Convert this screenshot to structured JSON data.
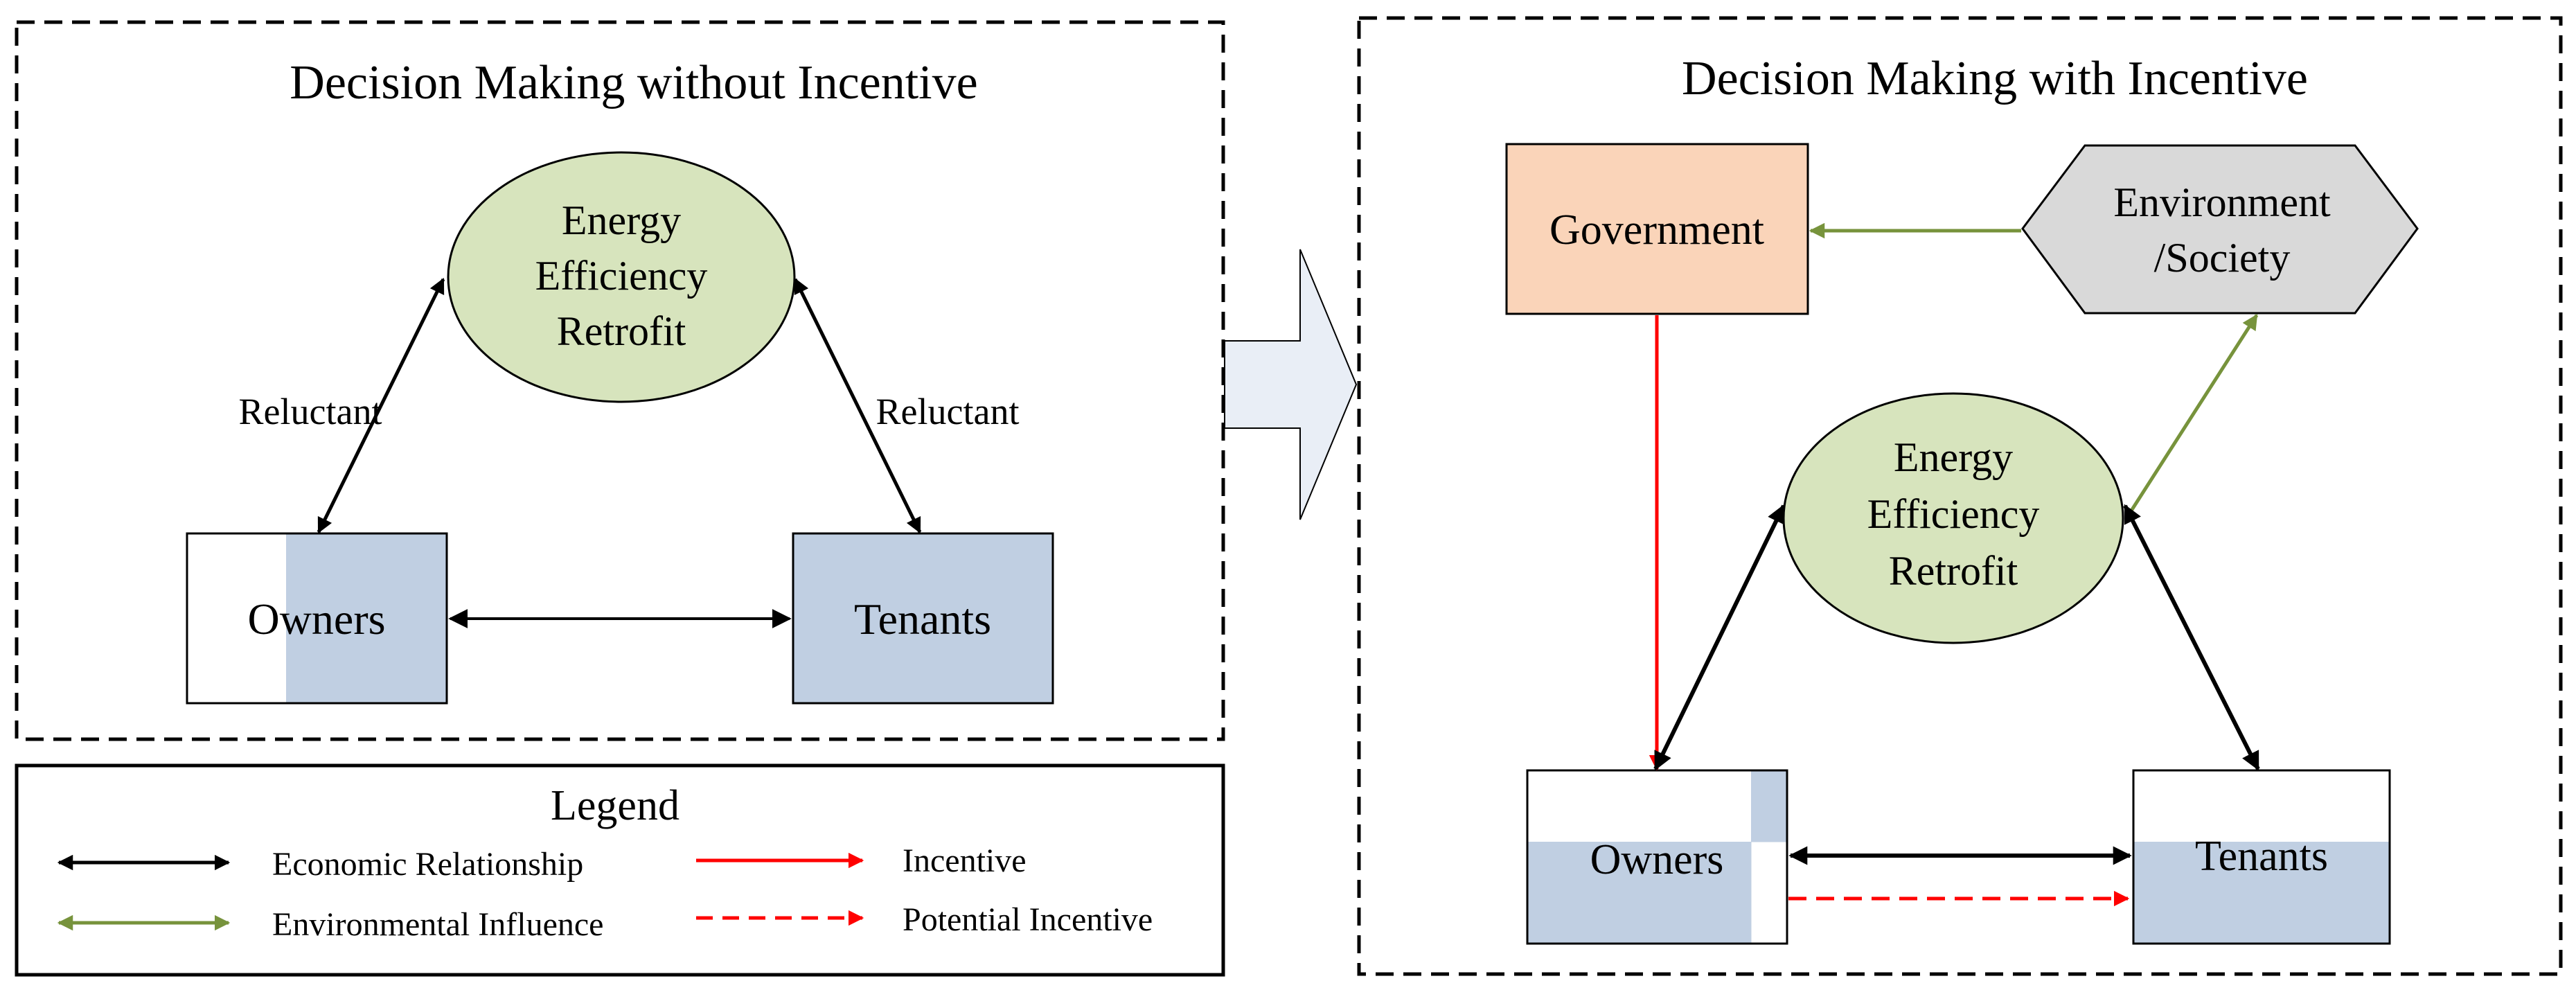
{
  "left_panel": {
    "title": "Decision Making without Incentive",
    "retrofit_lines": [
      "Energy",
      "Efficiency",
      "Retrofit"
    ],
    "owners": "Owners",
    "tenants": "Tenants",
    "reluctant_left": "Reluctant",
    "reluctant_right": "Reluctant"
  },
  "right_panel": {
    "title": "Decision Making with Incentive",
    "government": "Government",
    "environment_lines": [
      "Environment",
      "/Society"
    ],
    "retrofit_lines": [
      "Energy",
      "Efficiency",
      "Retrofit"
    ],
    "owners": "Owners",
    "tenants": "Tenants"
  },
  "legend": {
    "title": "Legend",
    "items": [
      {
        "label": "Economic Relationship",
        "color": "#000000"
      },
      {
        "label": "Environmental Influence",
        "color": "#77933c"
      },
      {
        "label": "Incentive",
        "color": "#ff0000"
      },
      {
        "label": "Potential Incentive",
        "color": "#ff0000"
      }
    ]
  },
  "colors": {
    "retrofit_fill": "#d7e4bd",
    "box_blue": "#c0cfe2",
    "government_fill": "#fad4b9",
    "environment_fill": "#d9d9d9",
    "green": "#77933c",
    "red": "#ff0000",
    "arrow_fill": "#e9eef6"
  }
}
